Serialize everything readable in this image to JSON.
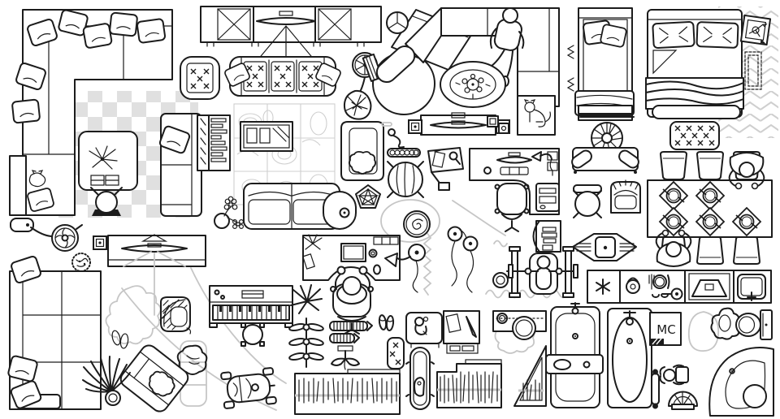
{
  "page": {
    "kind": "floor-plan-furniture-icon-set-top-view",
    "background": "#ffffff"
  },
  "colors": {
    "ink": "#1c1c1c",
    "paper": "#ffffff",
    "rug_pattern": "#e0e0e0",
    "sketch": "#c6c6c6",
    "wood_grain": "#cfcfcf"
  },
  "labels": {
    "mc_room": "MC"
  },
  "icons": [
    "corner-sofa",
    "patterned-rug",
    "coffee-table",
    "side-sofa",
    "ball-lamp",
    "wardrobe-tv-unit",
    "tufted-armchair",
    "tufted-sofa",
    "trolley-wheel",
    "triangle-plant-pot",
    "grand-piano",
    "piano-stool",
    "modular-corner-sofa",
    "walking-person",
    "flower-oval-rug",
    "cat-on-mat",
    "single-bed",
    "flower-pouf",
    "double-bed",
    "picture-frame",
    "pinked-mat",
    "chevron-rug",
    "tufted-bench",
    "bookshelf",
    "wood-grain-rug",
    "glass-coffee-table",
    "loveseat-sofa",
    "round-end-table",
    "flower-plant",
    "scallop-cushion-armchair",
    "pentagon-ornament",
    "spiral-rug",
    "tv-lowboard",
    "speakers",
    "jump-rope",
    "bead-toy",
    "draped-round-table",
    "drafting-desk",
    "l-shaped-computer-desk",
    "office-chair",
    "copier",
    "roll-pillow-bench",
    "round-side-table",
    "tub-chair",
    "corner-sink",
    "kitchen-counter",
    "dining-set",
    "wall-shelf",
    "photo-frames",
    "vacuum-cleaner",
    "fuzzy-plant",
    "tv-wall-console",
    "corner-sectional-sofa",
    "animal-skin-rug",
    "slippers",
    "rattan-chair",
    "garden-bush",
    "rotated-armchair",
    "palm-plant",
    "sketch-armchair",
    "upright-piano",
    "round-stool",
    "pedal-car",
    "aloe-plant",
    "tiered-plant-stand",
    "runner-rugs",
    "sprout-plant",
    "fringe-rug-large",
    "workstation-desk-person",
    "desk-lamp",
    "zigzag-garland",
    "earbuds",
    "kids-desk",
    "small-pouf",
    "ironing-board",
    "fringe-rug-medium",
    "triangle-fringe-rug",
    "washing-machine",
    "rect-bathtub",
    "oval-bathtub",
    "mc-closet",
    "towel-rail",
    "sketch-circle-rug",
    "person-figure",
    "toilet",
    "person-sitting",
    "fan-rug",
    "corner-bathtub",
    "bench-press",
    "arc-shelf"
  ]
}
